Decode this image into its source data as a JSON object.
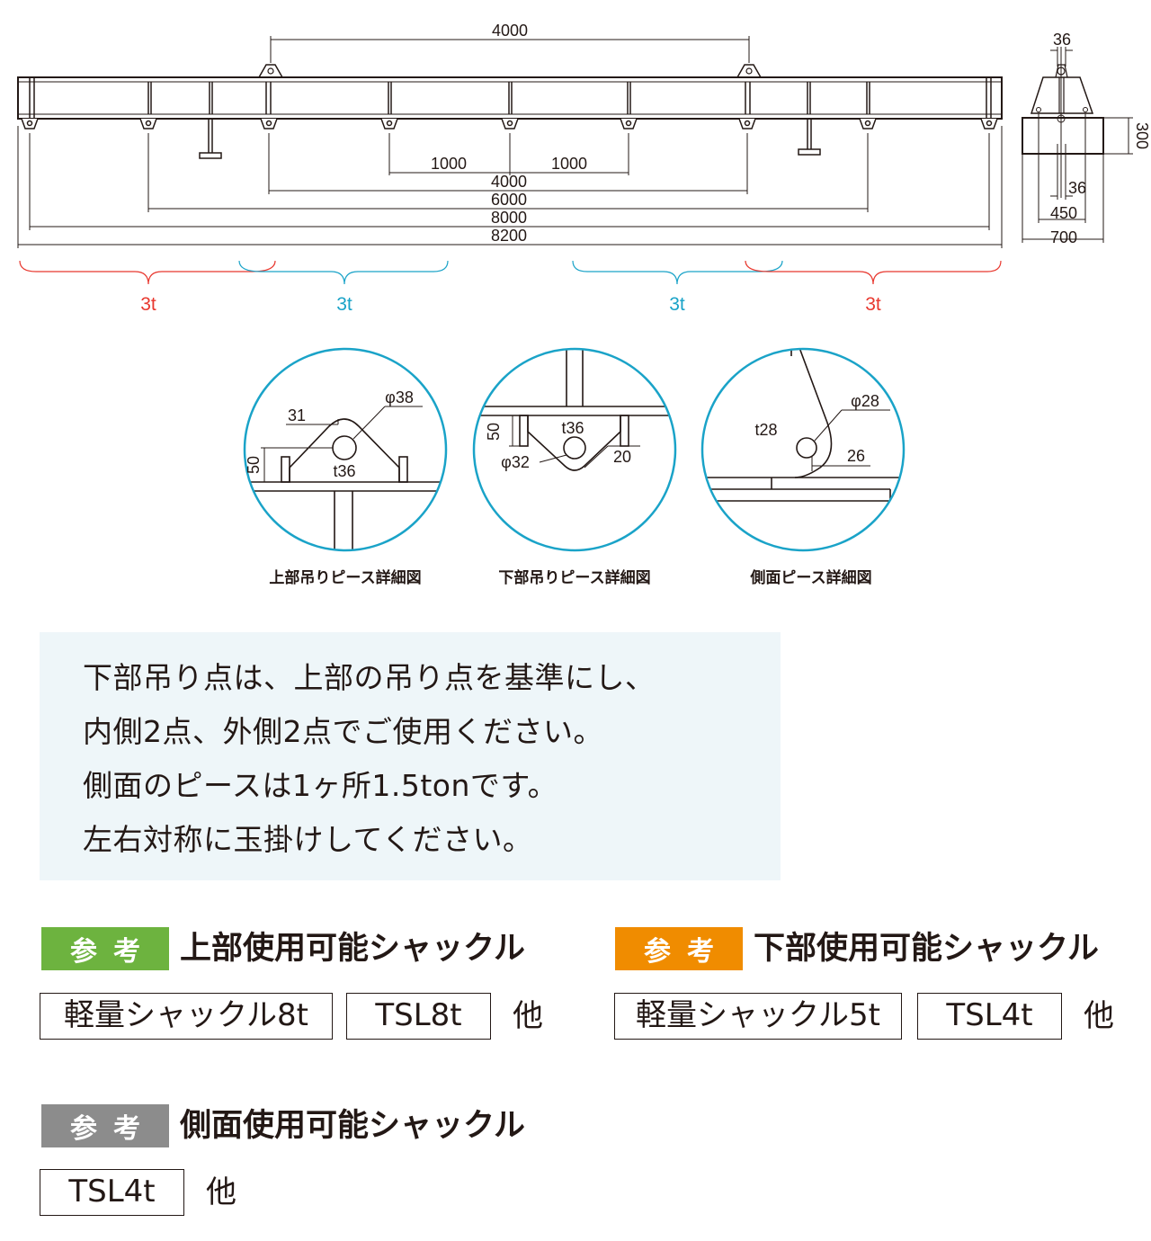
{
  "dimensions": {
    "top_span": "4000",
    "inner_1000_left": "1000",
    "inner_1000_right": "1000",
    "span_4000": "4000",
    "span_6000": "6000",
    "span_8000": "8000",
    "overall_8200": "8200",
    "side_36_top": "36",
    "side_300": "300",
    "side_36_bottom": "36",
    "side_450": "450",
    "side_700": "700"
  },
  "load_zones": [
    {
      "label": "3t",
      "color": "#e8382f"
    },
    {
      "label": "3t",
      "color": "#1aa3c8"
    },
    {
      "label": "3t",
      "color": "#1aa3c8"
    },
    {
      "label": "3t",
      "color": "#e8382f"
    }
  ],
  "details": {
    "upper": {
      "caption": "上部吊りピース詳細図",
      "dim_31": "31",
      "dim_phi38": "φ38",
      "dim_50": "50",
      "dim_t36": "t36"
    },
    "lower": {
      "caption": "下部吊りピース詳細図",
      "dim_50": "50",
      "dim_t36": "t36",
      "dim_phi32": "φ32",
      "dim_20": "20"
    },
    "side": {
      "caption": "側面ピース詳細図",
      "dim_t28": "t28",
      "dim_phi28": "φ28",
      "dim_26": "26"
    },
    "circle_color": "#1aa3c8"
  },
  "notes": [
    "下部吊り点は、上部の吊り点を基準にし、",
    "内側2点、外側2点でご使用ください。",
    "側面のピースは1ヶ所1.5tonです。",
    "左右対称に玉掛けしてください。"
  ],
  "references": [
    {
      "badge": "参考",
      "badge_color": "#6db33f",
      "title": "上部使用可能シャックル",
      "items": [
        "軽量シャックル8t",
        "TSL8t"
      ],
      "etc": "他"
    },
    {
      "badge": "参考",
      "badge_color": "#f08c00",
      "title": "下部使用可能シャックル",
      "items": [
        "軽量シャックル5t",
        "TSL4t"
      ],
      "etc": "他"
    },
    {
      "badge": "参考",
      "badge_color": "#8c8c8c",
      "title": "側面使用可能シャックル",
      "items": [
        "TSL4t"
      ],
      "etc": "他"
    }
  ]
}
